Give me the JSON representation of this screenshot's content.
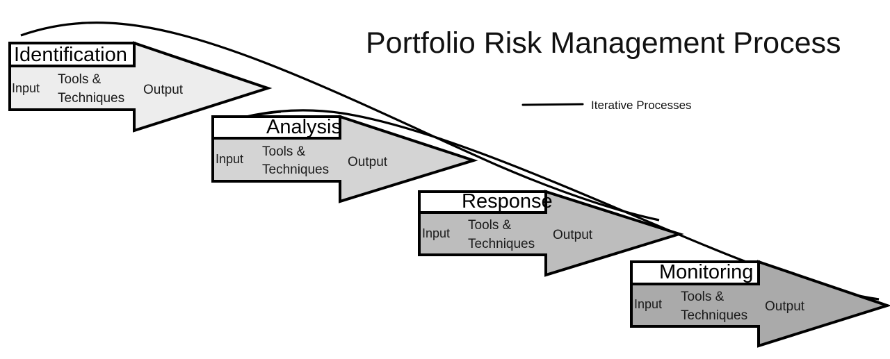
{
  "title": "Portfolio Risk Management Process",
  "legend": {
    "line_icon": "iterative-line-icon",
    "label": "Iterative Processes"
  },
  "colors": {
    "background": "#ffffff",
    "outline": "#000000",
    "text": "#111111",
    "arrow_fill_1": "#ededed",
    "arrow_fill_2": "#d4d4d4",
    "arrow_fill_3": "#bdbdbd",
    "arrow_fill_4": "#aaaaaa",
    "label_box_fill": "#ffffff"
  },
  "cells": {
    "input": "Input",
    "tools_line1": "Tools &",
    "tools_line2": "Techniques",
    "output": "Output"
  },
  "stages": [
    {
      "id": "identification",
      "label": "Identification",
      "fill": "#ededed",
      "input": "Input",
      "tools_line1": "Tools &",
      "tools_line2": "Techniques",
      "output": "Output"
    },
    {
      "id": "analysis",
      "label": "Analysis",
      "fill": "#d4d4d4",
      "input": "Input",
      "tools_line1": "Tools &",
      "tools_line2": "Techniques",
      "output": "Output"
    },
    {
      "id": "response",
      "label": "Response",
      "fill": "#bdbdbd",
      "input": "Input",
      "tools_line1": "Tools &",
      "tools_line2": "Techniques",
      "output": "Output"
    },
    {
      "id": "monitoring",
      "label": "Monitoring",
      "fill": "#aaaaaa",
      "input": "Input",
      "tools_line1": "Tools &",
      "tools_line2": "Techniques",
      "output": "Output"
    }
  ]
}
